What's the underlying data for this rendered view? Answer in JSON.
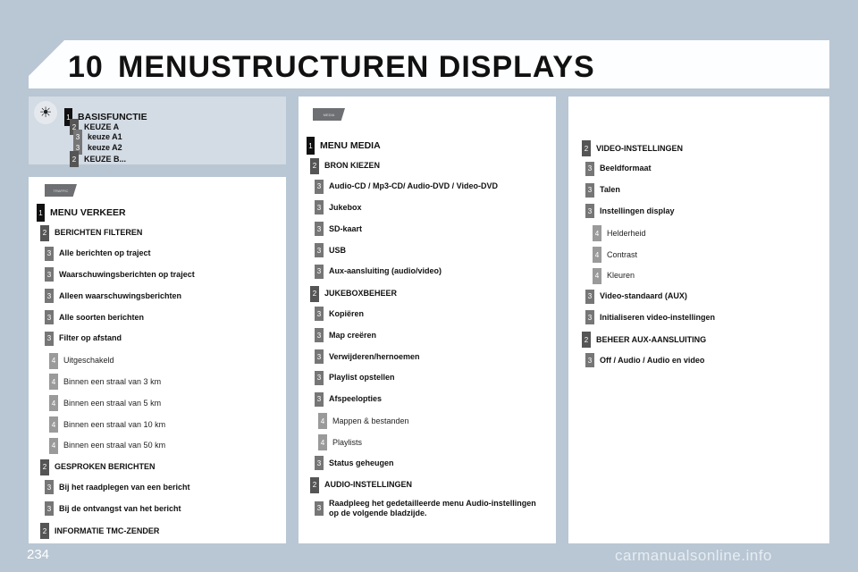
{
  "header": {
    "chapter": "10",
    "title": "MENUSTRUCTUREN DISPLAYS"
  },
  "page_number": "234",
  "watermark": "carmanualsonline.info",
  "basic": {
    "title": "BASISFUNCTIE",
    "items": [
      {
        "level": "2",
        "text": "KEUZE A"
      },
      {
        "level": "3",
        "text": "keuze A1"
      },
      {
        "level": "3",
        "text": "keuze A2"
      },
      {
        "level": "2",
        "text": "KEUZE B..."
      }
    ],
    "title_level": "1",
    "icon": "brightness-icon"
  },
  "left": {
    "tag": "TRAFFIC",
    "items": [
      {
        "level": "1",
        "text": "MENU VERKEER"
      },
      {
        "level": "2",
        "text": "BERICHTEN FILTEREN"
      },
      {
        "level": "3",
        "text": "Alle berichten op traject"
      },
      {
        "level": "3",
        "text": "Waarschuwingsberichten op traject"
      },
      {
        "level": "3",
        "text": "Alleen waarschuwingsberichten"
      },
      {
        "level": "3",
        "text": "Alle soorten berichten"
      },
      {
        "level": "3",
        "text": "Filter op afstand"
      },
      {
        "level": "4",
        "text": "Uitgeschakeld"
      },
      {
        "level": "4",
        "text": "Binnen een straal van 3 km"
      },
      {
        "level": "4",
        "text": "Binnen een straal van 5 km"
      },
      {
        "level": "4",
        "text": "Binnen een straal van 10 km"
      },
      {
        "level": "4",
        "text": "Binnen een straal van 50 km"
      },
      {
        "level": "2",
        "text": "GESPROKEN BERICHTEN"
      },
      {
        "level": "3",
        "text": "Bij het raadplegen van een bericht"
      },
      {
        "level": "3",
        "text": "Bij de ontvangst van het bericht"
      },
      {
        "level": "2",
        "text": "INFORMATIE TMC-ZENDER"
      }
    ]
  },
  "middle": {
    "tag": "MEDIA",
    "items": [
      {
        "level": "1",
        "text": "MENU MEDIA"
      },
      {
        "level": "2",
        "text": "BRON KIEZEN"
      },
      {
        "level": "3",
        "text": "Audio-CD / Mp3-CD/ Audio-DVD / Video-DVD"
      },
      {
        "level": "3",
        "text": "Jukebox"
      },
      {
        "level": "3",
        "text": "SD-kaart"
      },
      {
        "level": "3",
        "text": "USB"
      },
      {
        "level": "3",
        "text": "Aux-aansluiting (audio/video)"
      },
      {
        "level": "2",
        "text": "JUKEBOXBEHEER"
      },
      {
        "level": "3",
        "text": "Kopiëren"
      },
      {
        "level": "3",
        "text": "Map creëren"
      },
      {
        "level": "3",
        "text": "Verwijderen/hernoemen"
      },
      {
        "level": "3",
        "text": "Playlist opstellen"
      },
      {
        "level": "3",
        "text": "Afspeelopties"
      },
      {
        "level": "4",
        "text": "Mappen & bestanden"
      },
      {
        "level": "4",
        "text": "Playlists"
      },
      {
        "level": "3",
        "text": "Status geheugen"
      },
      {
        "level": "2",
        "text": "AUDIO-INSTELLINGEN"
      },
      {
        "level": "3",
        "text": "Raadpleeg het gedetailleerde menu Audio-instellingen op de volgende bladzijde."
      }
    ]
  },
  "right": {
    "items": [
      {
        "level": "2",
        "text": "VIDEO-INSTELLINGEN"
      },
      {
        "level": "3",
        "text": "Beeldformaat"
      },
      {
        "level": "3",
        "text": "Talen"
      },
      {
        "level": "3",
        "text": "Instellingen display"
      },
      {
        "level": "4",
        "text": "Helderheid"
      },
      {
        "level": "4",
        "text": "Contrast"
      },
      {
        "level": "4",
        "text": "Kleuren"
      },
      {
        "level": "3",
        "text": "Video-standaard (AUX)"
      },
      {
        "level": "3",
        "text": "Initialiseren video-instellingen"
      },
      {
        "level": "2",
        "text": "BEHEER AUX-AANSLUITING"
      },
      {
        "level": "3",
        "text": "Off / Audio / Audio en video"
      }
    ]
  }
}
